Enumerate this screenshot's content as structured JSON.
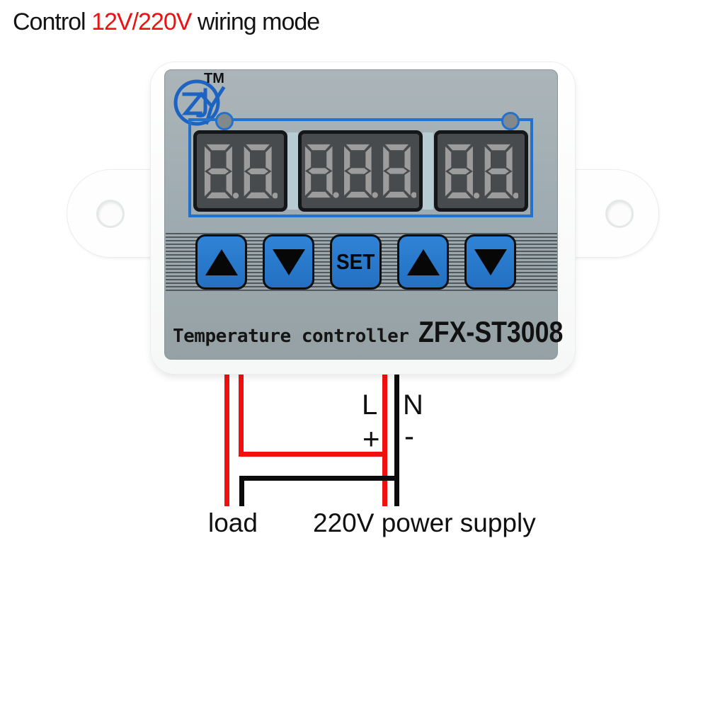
{
  "title": {
    "prefix": "Control ",
    "highlight": "12V/220V",
    "suffix": " wiring mode"
  },
  "device": {
    "logo": {
      "letters": "ZJY",
      "trademark": "TM"
    },
    "display": {
      "sections": [
        {
          "position": "left",
          "digit_count": 2,
          "showing": "8.8."
        },
        {
          "position": "middle",
          "digit_count": 3,
          "showing": "8.8.8."
        },
        {
          "position": "right",
          "digit_count": 2,
          "showing": "8.8."
        }
      ]
    },
    "buttons": [
      {
        "icon": "up-arrow"
      },
      {
        "icon": "down-arrow"
      },
      {
        "label": "SET"
      },
      {
        "icon": "up-arrow"
      },
      {
        "icon": "down-arrow"
      }
    ],
    "caption": {
      "name": "Temperature controller",
      "model": "ZFX-ST3008"
    }
  },
  "wiring": {
    "terminals": {
      "live": "L",
      "neutral": "N",
      "positive": "+",
      "negative": "-"
    },
    "load_label": "load",
    "supply_label": "220V power supply"
  },
  "colors": {
    "title_red": "#ee1111",
    "accent_blue": "#2371cb",
    "button_blue": "#2979cd",
    "panel_gray": "#9daab0",
    "display_slot": "#b6cbd2",
    "wire_red": "#f01010",
    "wire_black": "#0b0b0b"
  }
}
